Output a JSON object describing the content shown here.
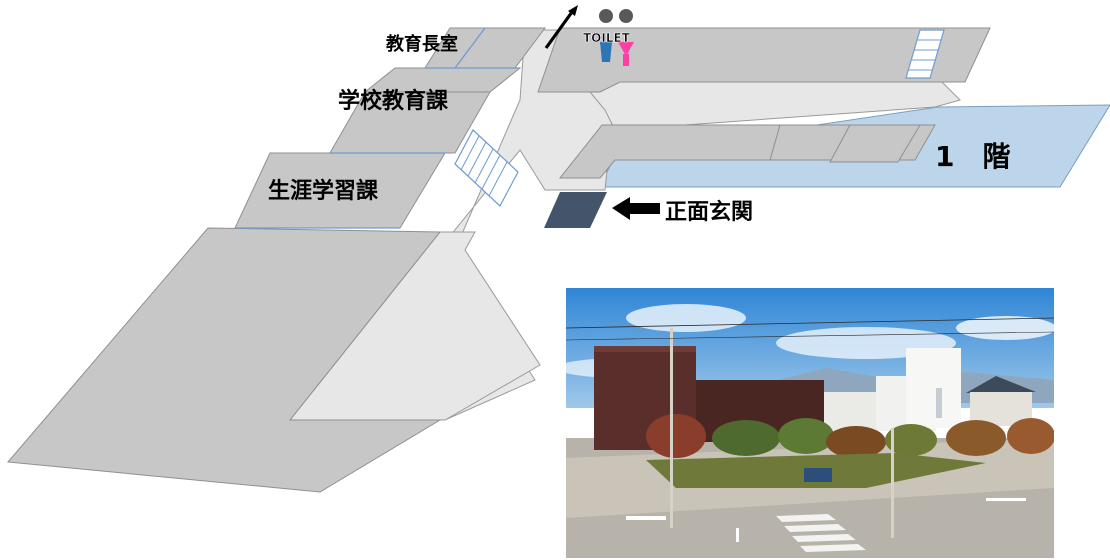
{
  "map": {
    "labels": {
      "superintendent_office": "教育長室",
      "school_education": "学校教育課",
      "lifelong_learning": "生涯学習課",
      "floor": "1　階",
      "main_entrance": "正面玄関",
      "toilet": "TOILET"
    },
    "colors": {
      "room": "#c8c7c7",
      "corridor": "#e7e7e7",
      "floor_zone": "#bcd5ea",
      "entrance_mat": "#44546a",
      "toilet_male": "#2e75b6",
      "toilet_female": "#ff3fa4",
      "toilet_heads": "#595959"
    },
    "icons": [
      "arrow-up-right-icon",
      "toilet-icon",
      "arrow-left-icon",
      "stairs-icon"
    ]
  },
  "photo": {
    "subject": "building-exterior-photo"
  }
}
